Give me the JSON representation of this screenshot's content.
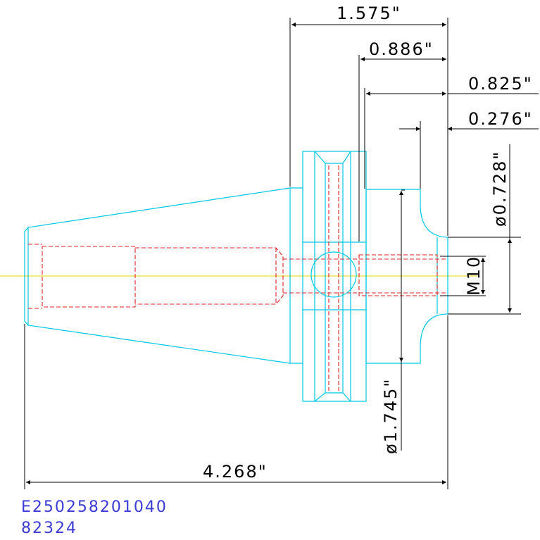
{
  "colors": {
    "outline": "#00c8e6",
    "hidden": "#e02020",
    "centerline": "#e8d800",
    "dimension": "#000000",
    "part_id": "#3b3bd6"
  },
  "dimensions": {
    "overall_flange_length": "1.575\"",
    "drive_slot_to_face": "0.886\"",
    "pilot_length": "0.825\"",
    "relief_length": "0.276\"",
    "face_diameter": "ø0.728\"",
    "thread": "M10",
    "body_diameter": "ø1.745\"",
    "overall_length": "4.268\""
  },
  "part": {
    "number": "E250258201040",
    "code": "82324"
  }
}
